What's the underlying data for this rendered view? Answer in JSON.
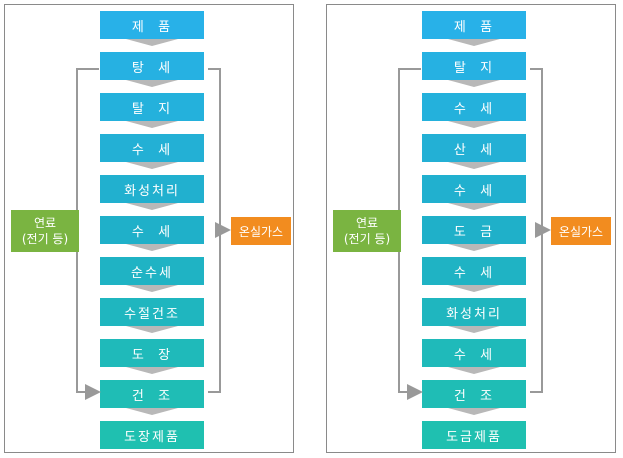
{
  "left": {
    "steps": [
      "제  품",
      "탕  세",
      "탈  지",
      "수  세",
      "화성처리",
      "수  세",
      "순수세",
      "수절건조",
      "도  장",
      "건  조",
      "도장제품"
    ],
    "fuel": [
      "연료",
      "(전기 등)"
    ],
    "ghg": "온실가스"
  },
  "right": {
    "steps": [
      "제  품",
      "탈  지",
      "수  세",
      "산  세",
      "수  세",
      "도  금",
      "수  세",
      "화성처리",
      "수  세",
      "건  조",
      "도금제품"
    ],
    "fuel": [
      "연료",
      "(전기 등)"
    ],
    "ghg": "온실가스"
  },
  "colors": {
    "top": "#28b1e8",
    "mid": "#1fb0c9",
    "bottom": "#1fc0b0",
    "fuel": "#7ab441",
    "ghg": "#f28c1f",
    "arrow": "#999999",
    "chevron": "#b8b8b8"
  }
}
